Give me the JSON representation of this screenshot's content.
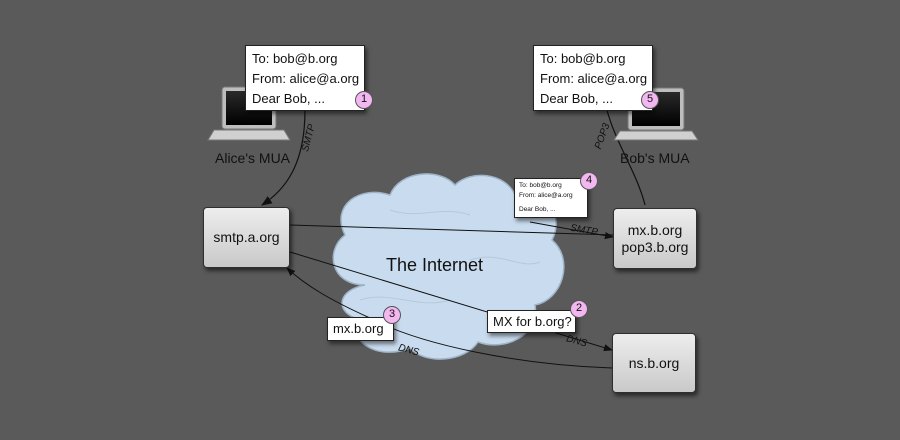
{
  "cloud_label": "The Internet",
  "servers": {
    "smtp": "smtp.a.org",
    "mx_line1": "mx.b.org",
    "mx_line2": "pop3.b.org",
    "ns": "ns.b.org"
  },
  "clients": {
    "alice": "Alice's MUA",
    "bob": "Bob's MUA"
  },
  "email": {
    "to": "To: bob@b.org",
    "from": "From: alice@a.org",
    "body": "Dear Bob, ..."
  },
  "notes": {
    "mx_query": "MX for b.org?",
    "mx_answer": "mx.b.org"
  },
  "edge_labels": {
    "smtp_upload": "SMTP",
    "smtp_relay": "SMTP",
    "pop3": "POP3",
    "dns_query": "DNS",
    "dns_answer": "DNS"
  },
  "badges": [
    "1",
    "2",
    "3",
    "4",
    "5"
  ],
  "colors": {
    "background": "#5a5a5a",
    "badge": "#f2b6f0",
    "cloud": "#c9dcef"
  }
}
